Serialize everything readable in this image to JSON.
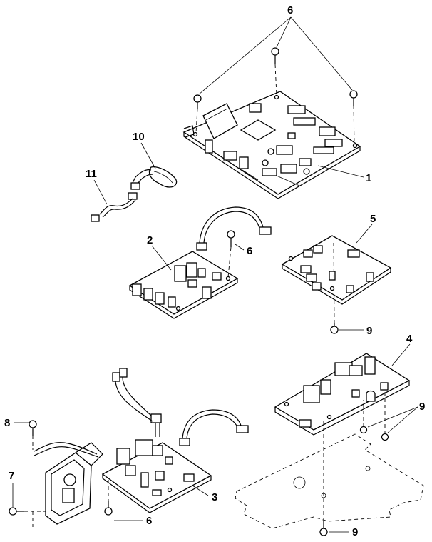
{
  "callouts": {
    "main_board": "1",
    "relay_board": "2",
    "power_board": "3",
    "panel_board": "4",
    "sensor_board": "5",
    "screw_top": "6",
    "screw_mid": "6",
    "screw_bottom": "6",
    "ground_screw": "7",
    "ground_screw_top": "8",
    "screw_panel": "9",
    "screw_sensor": "9",
    "screw_sheet": "9",
    "battery": "10",
    "cable": "11"
  }
}
